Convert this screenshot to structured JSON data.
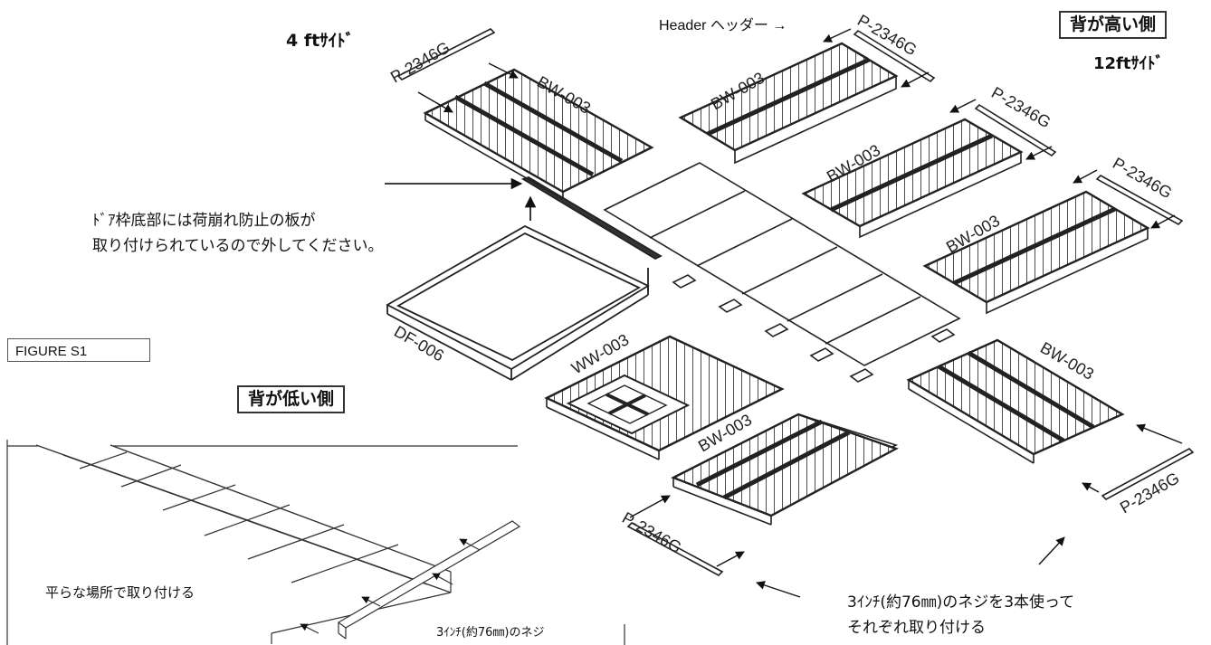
{
  "labels": {
    "four_ft_side": "4 ftｻｲﾄﾞ",
    "header": "Header ヘッダー →",
    "high_side": "背が高い側",
    "twelve_ft_side": "12ftｻｲﾄﾞ",
    "door_note_line1": "ﾄﾞｱ枠底部には荷崩れ防止の板が",
    "door_note_line2": "取り付けられているので外してください。",
    "figure": "FIGURE S1",
    "low_side": "背が低い側",
    "flat_place": "平らな場所で取り付ける",
    "screw_small": "3ｲﾝﾁ(約76㎜)のネジ",
    "screw_note_line1": "3ｲﾝﾁ(約76㎜)のネジを3本使って",
    "screw_note_line2": "それぞれ取り付ける"
  },
  "parts": {
    "p2346g": "P-2346G",
    "bw003": "BW-003",
    "ww003": "WW-003",
    "df006": "DF-006"
  }
}
